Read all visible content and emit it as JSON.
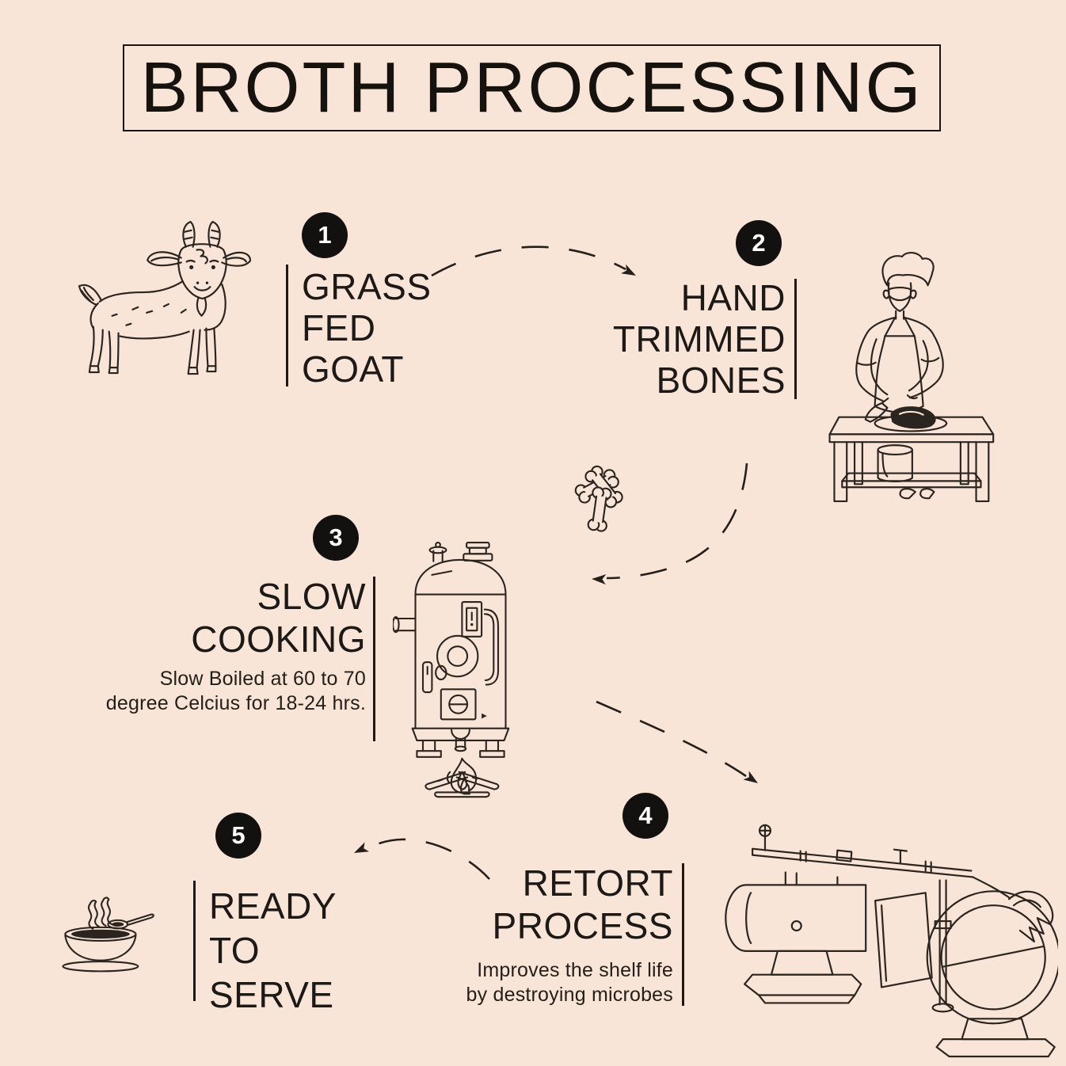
{
  "page": {
    "background_color": "#f9e5d8",
    "ink_color": "#2b241f",
    "text_color": "#1d1916",
    "badge_bg": "#131110",
    "badge_text": "#ffffff"
  },
  "title": "BROTH PROCESSING",
  "steps": [
    {
      "number": "1",
      "label_lines": [
        "GRASS",
        "FED",
        "GOAT"
      ],
      "icon": "goat-illustration"
    },
    {
      "number": "2",
      "label_lines": [
        "HAND",
        "TRIMMED",
        "BONES"
      ],
      "icon": "butcher-trimming-illustration"
    },
    {
      "number": "3",
      "label_lines": [
        "SLOW",
        "COOKING"
      ],
      "desc_lines": [
        "Slow Boiled at 60 to 70",
        "degree Celcius for 18-24 hrs."
      ],
      "icon": "boiler-over-fire-illustration"
    },
    {
      "number": "4",
      "label_lines": [
        "RETORT",
        "PROCESS"
      ],
      "desc_lines": [
        "Improves the shelf life",
        "by destroying microbes"
      ],
      "icon": "retort-machine-illustration"
    },
    {
      "number": "5",
      "label_lines": [
        "READY",
        "TO",
        "SERVE"
      ],
      "icon": "soup-bowl-illustration"
    }
  ],
  "connectors": [
    "arrow-1-2",
    "arrow-2-3",
    "arrow-3-4",
    "arrow-4-5"
  ],
  "extra_icons": [
    "bones-icon"
  ]
}
